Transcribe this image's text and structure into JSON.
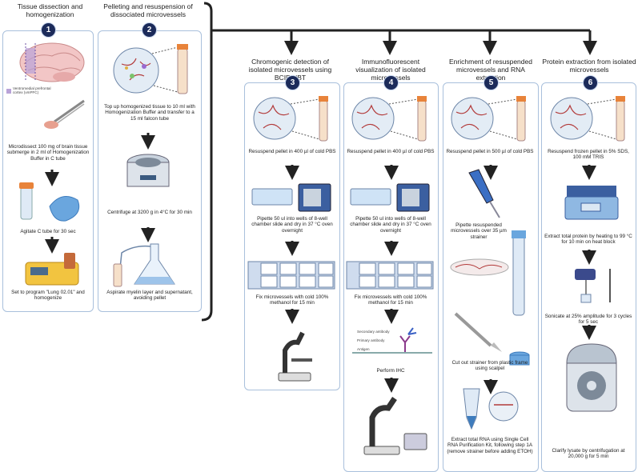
{
  "steps": [
    {
      "num": "1",
      "title": "Tissue dissection and homogenization"
    },
    {
      "num": "2",
      "title": "Pelleting and resuspension of dissociated microvessels"
    },
    {
      "num": "3",
      "title": "Chromogenic detection of isolated microvessels using BCIP/NBT"
    },
    {
      "num": "4",
      "title": "Immunofluorescent visualization of isolated microvessels"
    },
    {
      "num": "5",
      "title": "Enrichment of resuspended microvessels and RNA extraction"
    },
    {
      "num": "6",
      "title": "Protein extraction from isolated microvessels"
    }
  ],
  "panel1": {
    "legend": "Ventromedial prefrontal cortex (vmPFC)",
    "cap1": "Microdissect 100 mg of brain tissue submerge in 2 ml of Homogenization Buffer in C tube",
    "cap2": "Agitate C tube for 30 sec",
    "cap3": "Set to program \"Lung 02.01\" and homogenize"
  },
  "panel2": {
    "cap1": "Top up homogenized tissue to 10 ml with Homogenization Buffer and transfer to a 15 ml falcon tube",
    "cap2": "Centrifuge at 3200 g in 4°C for 30 min",
    "cap3": "Aspirate myelin layer and supernatant, avoiding pellet"
  },
  "panel3": {
    "cap1": "Resuspend pellet in 400 µl of cold PBS",
    "cap2": "Pipette 50 ul into wells of 8-well chamber slide and dry in 37 °C oven overnight",
    "cap3": "Fix microvessels with cold 100% methanol for 15 min"
  },
  "panel4": {
    "cap1": "Resuspend pellet in 400 µl of cold PBS",
    "cap2": "Pipette 50 ul into wells of 8-well chamber slide and dry in 37 °C oven overnight",
    "cap3": "Fix microvessels with cold 100% methanol for 15 min",
    "ab1": "Secondary antibody",
    "ab2": "Primary antibody",
    "ab3": "Antigen",
    "cap4": "Perform IHC"
  },
  "panel5": {
    "cap1": "Resuspend pellet in 500 µl of cold PBS",
    "cap2": "Pipette resuspended microvessels over 35 µm strainer",
    "cap3": "Cut out strainer from plastic frame using scalpel",
    "cap4": "Extract total RNA using Single Cell RNA Purification Kit, following step 1A (remove strainer before adding ETOH)"
  },
  "panel6": {
    "cap1": "Resuspend frozen pellet in 5% SDS, 100 mM TRIS",
    "cap2": "Extract total protein by heating to 99 °C for 10 min on heat block",
    "cap3": "Sonicate at 25% amplitude for 3 cycles for 5 sec",
    "cap4": "Clarify lysate by centrifugation at 20,000 g for 5 min"
  },
  "colors": {
    "badge": "#1c2b5a",
    "border": "#a9c0dc",
    "arrow": "#222222",
    "vessel": "#b23a3a",
    "tube": "#e8833a"
  }
}
